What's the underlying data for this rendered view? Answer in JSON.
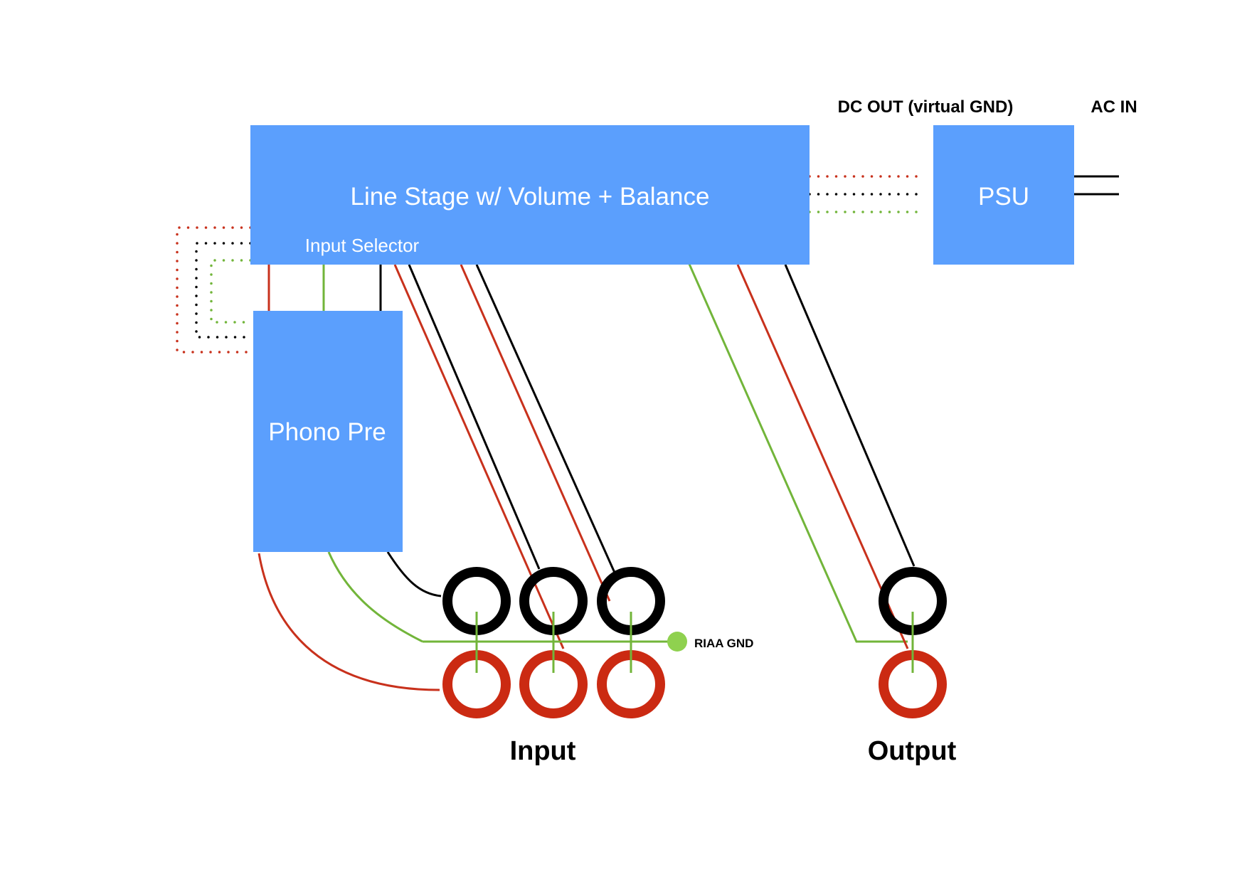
{
  "colors": {
    "box_fill": "#5b9ffd",
    "box_text": "#ffffff",
    "wire_red": "#c8311c",
    "wire_black": "#000000",
    "wire_green": "#72b53a",
    "riaa_dot": "#8fd14f",
    "jack_black": "#000000",
    "jack_red": "#cb2a12"
  },
  "blocks": {
    "line_stage": "Line Stage w/ Volume + Balance",
    "input_selector": "Input Selector",
    "phono_pre": "Phono Pre",
    "psu": "PSU"
  },
  "labels": {
    "dc_out": "DC OUT (virtual GND)",
    "ac_in": "AC IN",
    "riaa_gnd": "RIAA GND",
    "input": "Input",
    "output": "Output"
  },
  "icons": {
    "jack": "rca-jack-icon",
    "ground_node": "ground-dot-icon"
  }
}
